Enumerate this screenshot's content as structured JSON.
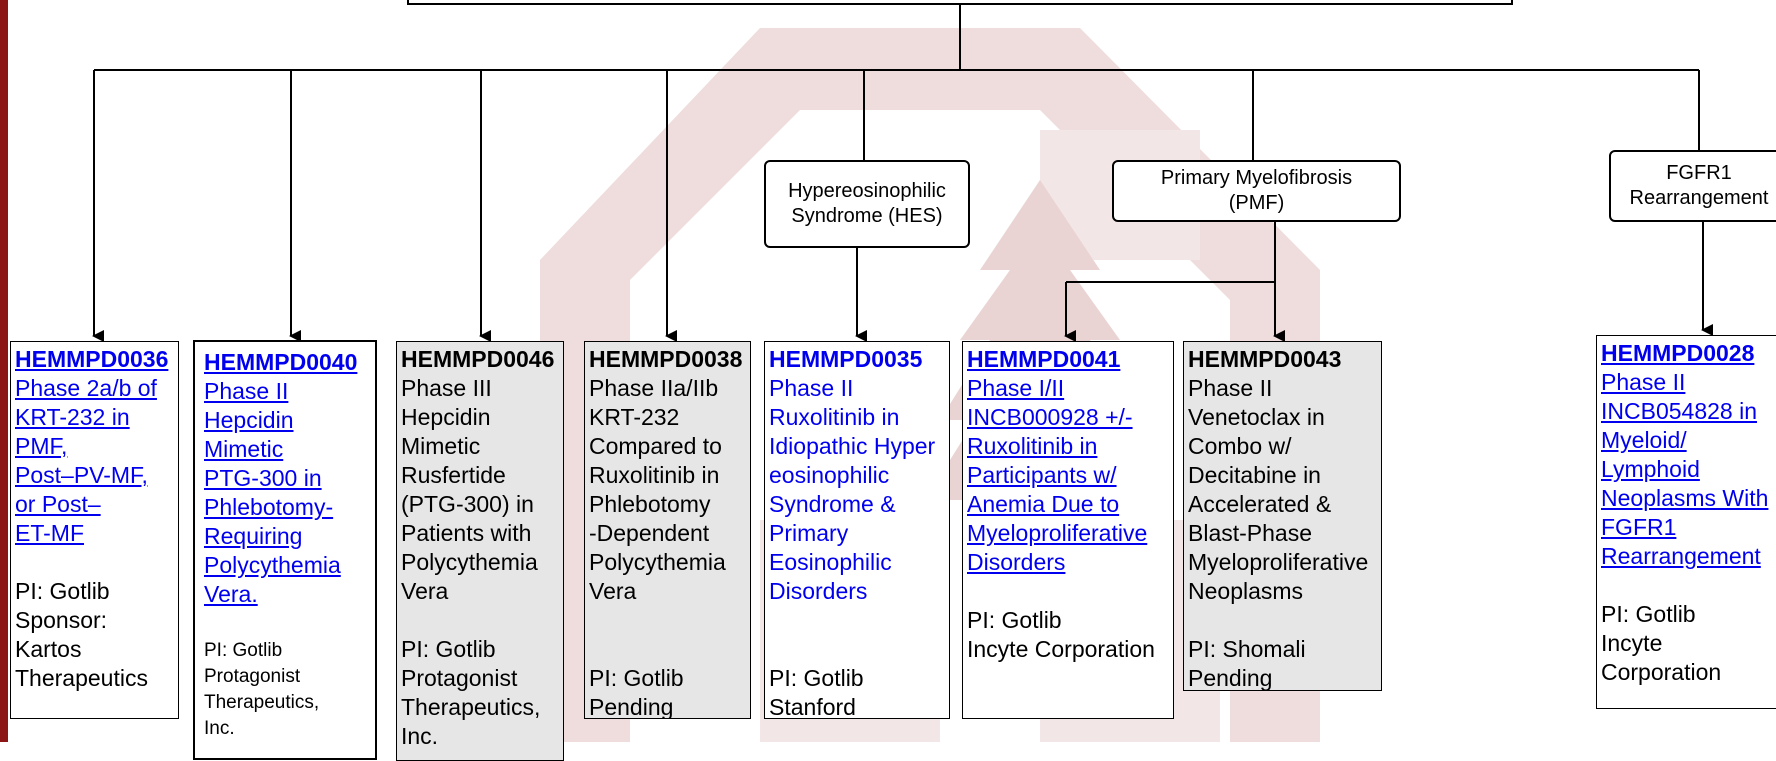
{
  "colors": {
    "accent": "#8c1515",
    "link": "#0000ee",
    "gray_card": "#e6e6e6"
  },
  "categories": {
    "hes": "Hypereosinophilic\nSyndrome (HES)",
    "pmf": "Primary Myelofibrosis\n(PMF)",
    "fgfr1": "FGFR1\nRearrangement"
  },
  "trials": [
    {
      "code": "HEMMPD0036",
      "desc": "Phase 2a/b of\nKRT-232 in\nPMF,\nPost–PV-MF,\nor Post–\nET-MF",
      "pi": "PI: Gotlib\nSponsor:\nKartos\nTherapeutics"
    },
    {
      "code": "HEMMPD0040",
      "desc": "Phase II\nHepcidin\nMimetic\nPTG-300 in\nPhlebotomy-\nRequiring\nPolycythemia\nVera.",
      "pi": "PI: Gotlib\nProtagonist\nTherapeutics,\nInc."
    },
    {
      "code": "HEMMPD0046",
      "desc": "Phase III\nHepcidin\nMimetic\nRusfertide\n(PTG-300) in\nPatients with\nPolycythemia\nVera",
      "pi": "PI: Gotlib\nProtagonist\nTherapeutics,\nInc."
    },
    {
      "code": "HEMMPD0038",
      "desc": "Phase IIa/IIb\nKRT-232\nCompared to\nRuxolitinib in\nPhlebotomy\n-Dependent\nPolycythemia\nVera",
      "pi": "PI: Gotlib\nPending"
    },
    {
      "code": "HEMMPD0035",
      "desc": "Phase II\nRuxolitinib in\nIdiopathic Hyper\neosinophilic\nSyndrome &\nPrimary\nEosinophilic\nDisorders",
      "pi": "PI: Gotlib\nStanford"
    },
    {
      "code": "HEMMPD0041",
      "desc": "Phase I/II\nINCB000928 +/-\nRuxolitinib in\nParticipants w/\nAnemia Due to\nMyeloproliferative\nDisorders",
      "pi": "PI: Gotlib\nIncyte Corporation"
    },
    {
      "code": "HEMMPD0043",
      "desc": "Phase II\nVenetoclax in\nCombo w/\nDecitabine in\nAccelerated &\nBlast-Phase\nMyeloproliferative\nNeoplasms",
      "pi": "PI: Shomali\nPending"
    },
    {
      "code": "HEMMPD0028",
      "desc": "Phase II\nINCB054828 in\nMyeloid/\nLymphoid\nNeoplasms With\nFGFR1\nRearrangement",
      "pi": "PI: Gotlib\nIncyte\nCorporation"
    }
  ]
}
